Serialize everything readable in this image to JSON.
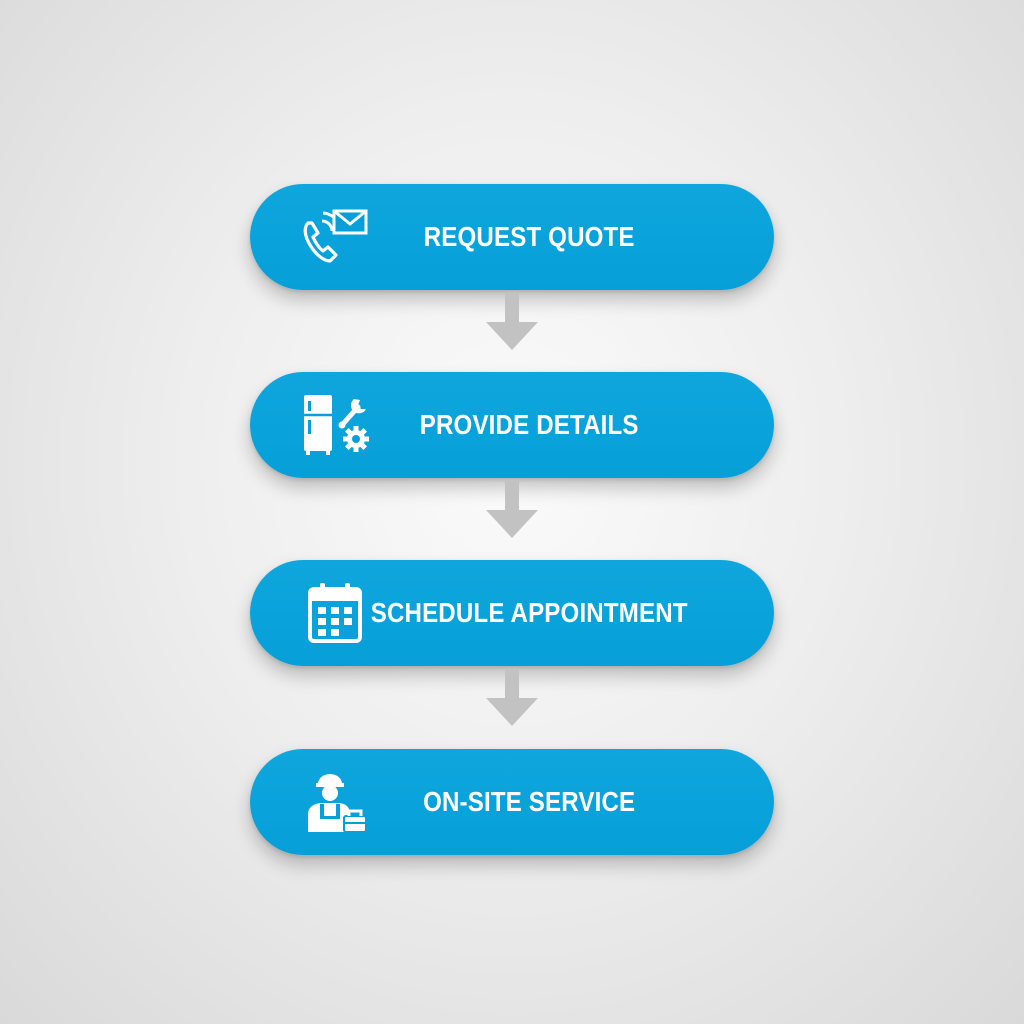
{
  "flow": {
    "steps": [
      {
        "label": "REQUEST QUOTE",
        "icon": "phone-envelope-icon"
      },
      {
        "label": "PROVIDE DETAILS",
        "icon": "fridge-wrench-gear-icon"
      },
      {
        "label": "SCHEDULE APPOINTMENT",
        "icon": "calendar-icon"
      },
      {
        "label": "ON-SITE SERVICE",
        "icon": "technician-toolbox-icon"
      }
    ],
    "colors": {
      "step_fill": "#069fd8",
      "step_text": "#ffffff",
      "arrow": "#c2c2c2",
      "background": "#eeeeee"
    }
  }
}
